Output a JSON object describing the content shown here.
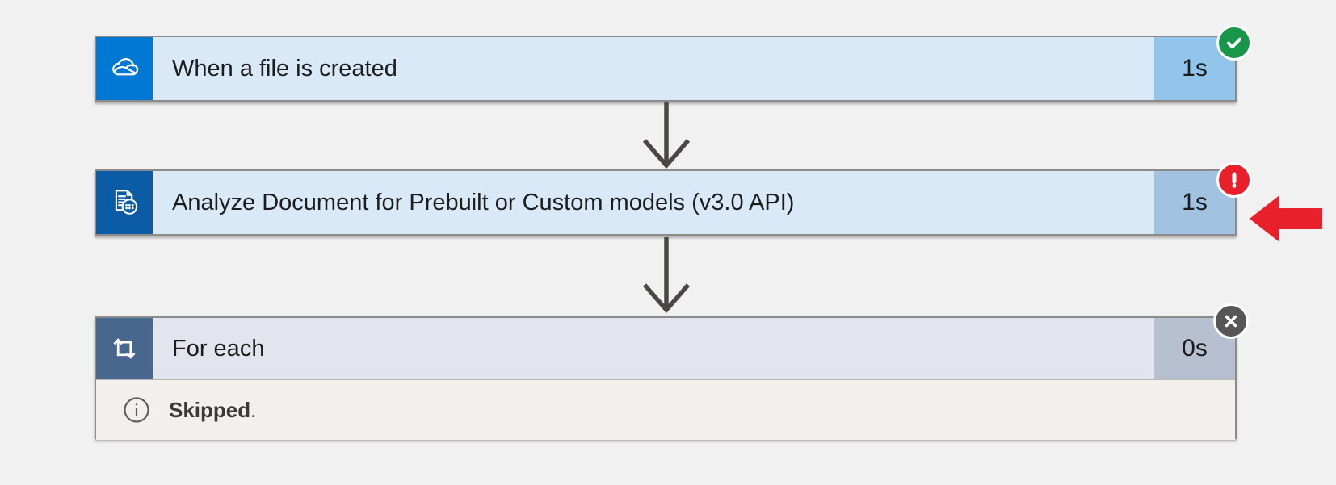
{
  "flow": {
    "cards": [
      {
        "type": "trigger",
        "title": "When a file is created",
        "duration": "1s",
        "status": "succeeded",
        "icon": "onedrive-icon",
        "colors": {
          "icon_bg": "#0078d4",
          "body_bg": "#d9e9f8",
          "duration_bg": "#92c5eb",
          "badge": "#189649"
        }
      },
      {
        "type": "action",
        "title": "Analyze Document for Prebuilt or Custom models (v3.0 API)",
        "duration": "1s",
        "status": "failed",
        "icon": "analyze-document-icon",
        "colors": {
          "icon_bg": "#0b5ba7",
          "body_bg": "#d9e9f8",
          "duration_bg": "#a1c2e1",
          "badge": "#e8202c"
        }
      },
      {
        "type": "scope",
        "title": "For each",
        "duration": "0s",
        "status": "skipped",
        "icon": "for-each-loop-icon",
        "message_bold": "Skipped",
        "message_rest": ".",
        "colors": {
          "icon_bg": "#47678f",
          "body_bg": "#e2e5ee",
          "duration_bg": "#b7c0d0",
          "status_bg": "#f2f0ed",
          "badge": "#565656"
        }
      }
    ],
    "annotation": {
      "shape": "left-pointing-arrow",
      "color": "#e8202c"
    },
    "colors": {
      "page_bg": "#f2f1f1",
      "card_border": "#8b8b8b",
      "connector": "#4a4846",
      "text": "#1d1c1b"
    }
  }
}
